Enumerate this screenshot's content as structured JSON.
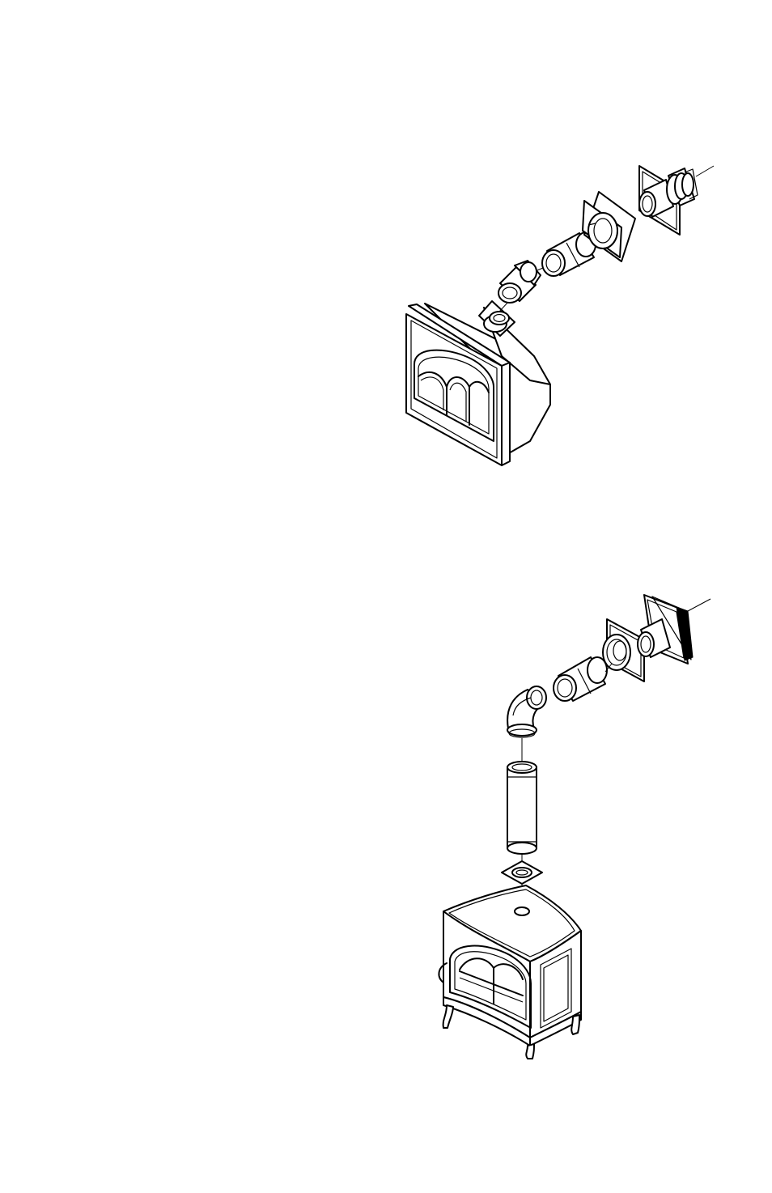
{
  "figures": [
    {
      "id": "insert-horizontal-vent",
      "components": [
        "fireplace-insert",
        "starter-collar",
        "elbow-45",
        "vent-pipe",
        "wall-firestop",
        "wall-thimble",
        "termination-cap"
      ]
    },
    {
      "id": "stove-vertical-to-horizontal-vent",
      "components": [
        "freestanding-stove",
        "flue-collar-plate",
        "vertical-pipe",
        "elbow-90",
        "vent-pipe",
        "wall-firestop",
        "termination-cap"
      ]
    }
  ],
  "colors": {
    "line": "#000000",
    "background": "#ffffff"
  }
}
